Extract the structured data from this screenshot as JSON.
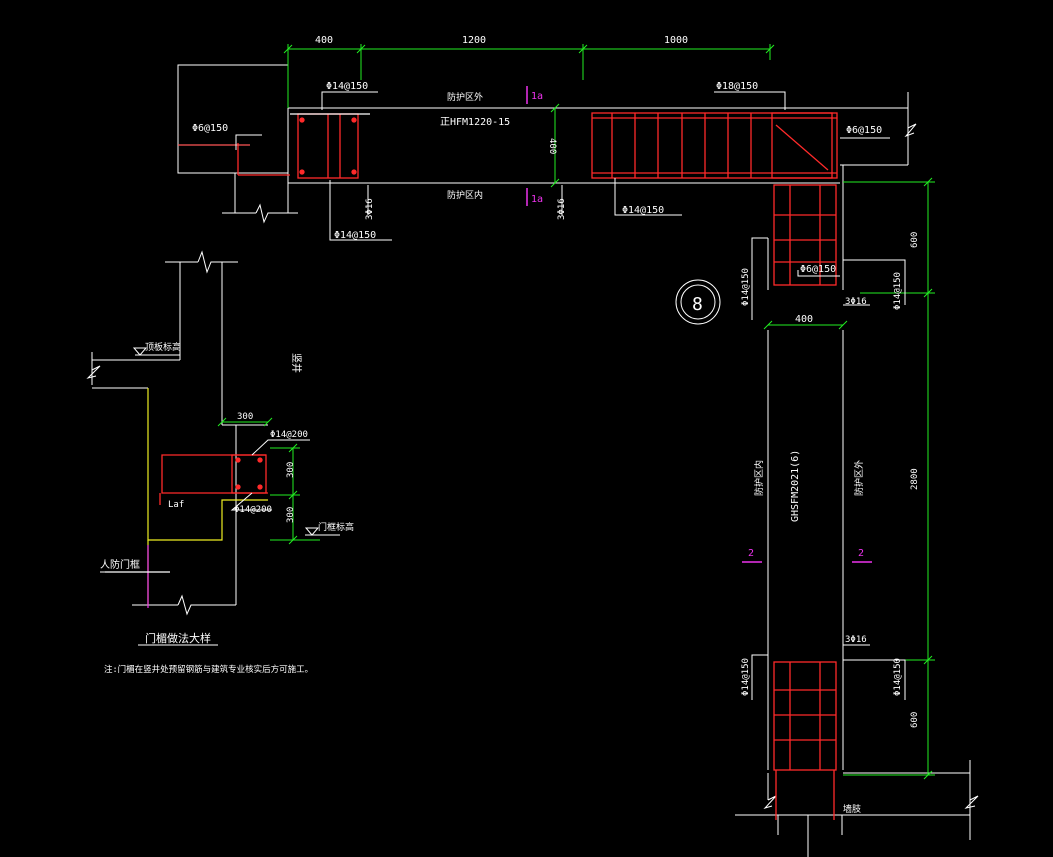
{
  "colors": {
    "background": "#000000",
    "wall": "#ffffff",
    "rebar": "#ff2a2a",
    "dimension": "#22ee22",
    "section_mark": "#ee33ee",
    "door_frame": "#eeee22",
    "stirrup_alt": "#ff5555"
  },
  "plan": {
    "top_dims": [
      "400",
      "1200",
      "1000"
    ],
    "right_dims": [
      "600",
      "2800",
      "600"
    ],
    "wall_thk_top": "400",
    "wall_thk_right": "400",
    "rebar_labels": {
      "top_left_main": "Φ14@150",
      "top_right_main": "Φ18@150",
      "left_stirrup": "Φ6@150",
      "right_stirrup": "Φ6@150",
      "bottom_left": "Φ14@150",
      "bottom_mid": "Φ14@150",
      "mid_right_stirrup": "Φ6@150",
      "vert_left_upper": "Φ14@150",
      "vert_right_upper": "Φ14@150",
      "vert_left_lower": "Φ14@150",
      "vert_right_lower": "Φ14@150",
      "corner_bars_a": "3Φ16",
      "corner_bars_b": "3Φ16",
      "corner_bars_c": "3Φ16",
      "corner_bars_d": "3Φ16"
    },
    "zone_outside_top": "防护区外",
    "zone_inside_top": "防护区内",
    "zone_inside_right": "防护区内",
    "zone_outside_right": "防护区外",
    "door_top": "HFM1220-15",
    "door_top_prefix": "正",
    "door_right": "GHSFM2021(6)",
    "section_1a_top": "1a",
    "section_1a_bottom": "1a",
    "section_2_left": "2",
    "section_2_right": "2",
    "detail_number": "8",
    "wall_base_label": "墙肢"
  },
  "detail": {
    "shaft_label": "竖井",
    "top_elev_label": "顶板标高",
    "door_elev_label": "门框标高",
    "dim_300_top": "300",
    "dim_300_a": "300",
    "dim_300_b": "300",
    "rebar_top": "Φ14@200",
    "rebar_bottom": "Φ14@200",
    "anchor_label": "Laf",
    "door_frame_label": "人防门框",
    "title": "门楣做法大样",
    "note": "注:门楣在竖井处预留钢筋与建筑专业核实后方可施工。"
  }
}
